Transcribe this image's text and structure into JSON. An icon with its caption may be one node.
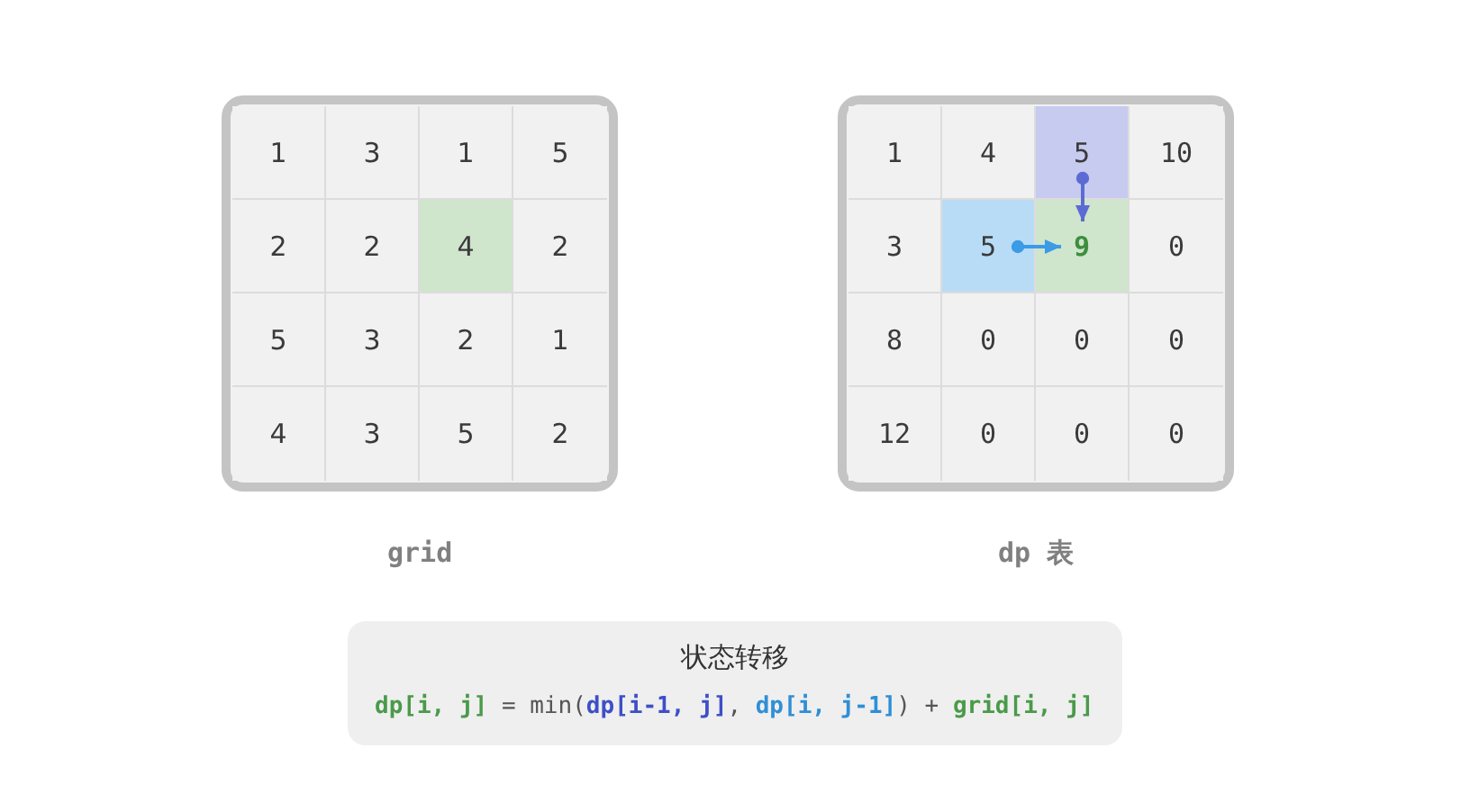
{
  "diagram": {
    "nodes": [
      {
        "text": [],
        "shape": "box",
        "beside": [
          "grid"
        ]
      },
      {
        "text": [
          "1"
        ],
        "in": 0
      },
      {
        "text": [
          "3"
        ],
        "in": 0
      },
      {
        "text": [
          "1"
        ],
        "in": 0
      },
      {
        "text": [
          "5"
        ],
        "in": 0
      },
      {
        "text": [
          "2"
        ],
        "in": 0
      },
      {
        "text": [
          "2"
        ],
        "in": 0
      },
      {
        "text": [
          "4"
        ],
        "in": 0
      },
      {
        "text": [
          "2"
        ],
        "in": 0
      },
      {
        "text": [
          "5"
        ],
        "in": 0
      },
      {
        "text": [
          "3"
        ],
        "in": 0
      },
      {
        "text": [
          "2"
        ],
        "in": 0
      },
      {
        "text": [
          "1"
        ],
        "in": 0
      },
      {
        "text": [
          "4"
        ],
        "in": 0
      },
      {
        "text": [
          "3"
        ],
        "in": 0
      },
      {
        "text": [
          "5"
        ],
        "in": 0
      },
      {
        "text": [
          "2"
        ],
        "in": 0
      },
      {
        "text": [],
        "shape": "box",
        "beside": [
          "dp 表"
        ]
      },
      {
        "text": [
          "1"
        ],
        "in": 17
      },
      {
        "text": [
          "4"
        ],
        "in": 17
      },
      {
        "text": [
          "5"
        ],
        "in": 17
      },
      {
        "text": [
          "10"
        ],
        "in": 17
      },
      {
        "text": [
          "3"
        ],
        "in": 17
      },
      {
        "text": [
          "5"
        ],
        "in": 17
      },
      {
        "text": [
          "9"
        ],
        "in": 17
      },
      {
        "text": [
          "0"
        ],
        "in": 17
      },
      {
        "text": [
          "8"
        ],
        "in": 17
      },
      {
        "text": [
          "0"
        ],
        "in": 17
      },
      {
        "text": [
          "0"
        ],
        "in": 17
      },
      {
        "text": [
          "0"
        ],
        "in": 17
      },
      {
        "text": [
          "12"
        ],
        "in": 17
      },
      {
        "text": [
          "0"
        ],
        "in": 17
      },
      {
        "text": [
          "0"
        ],
        "in": 17
      },
      {
        "text": [
          "0"
        ],
        "in": 17
      },
      {
        "text": [
          "状态转移",
          "**dp[i, j]** = min(**dp[i-1, j]**, **dp[i, j-1]**) + **grid[i, j]**"
        ]
      }
    ],
    "edges": [
      {
        "from": 20,
        "to": 24,
        "arrow": "to",
        "color": "#5c6bd4"
      },
      {
        "from": 23,
        "to": 24,
        "arrow": "to",
        "color": "#3b9be6"
      }
    ]
  }
}
